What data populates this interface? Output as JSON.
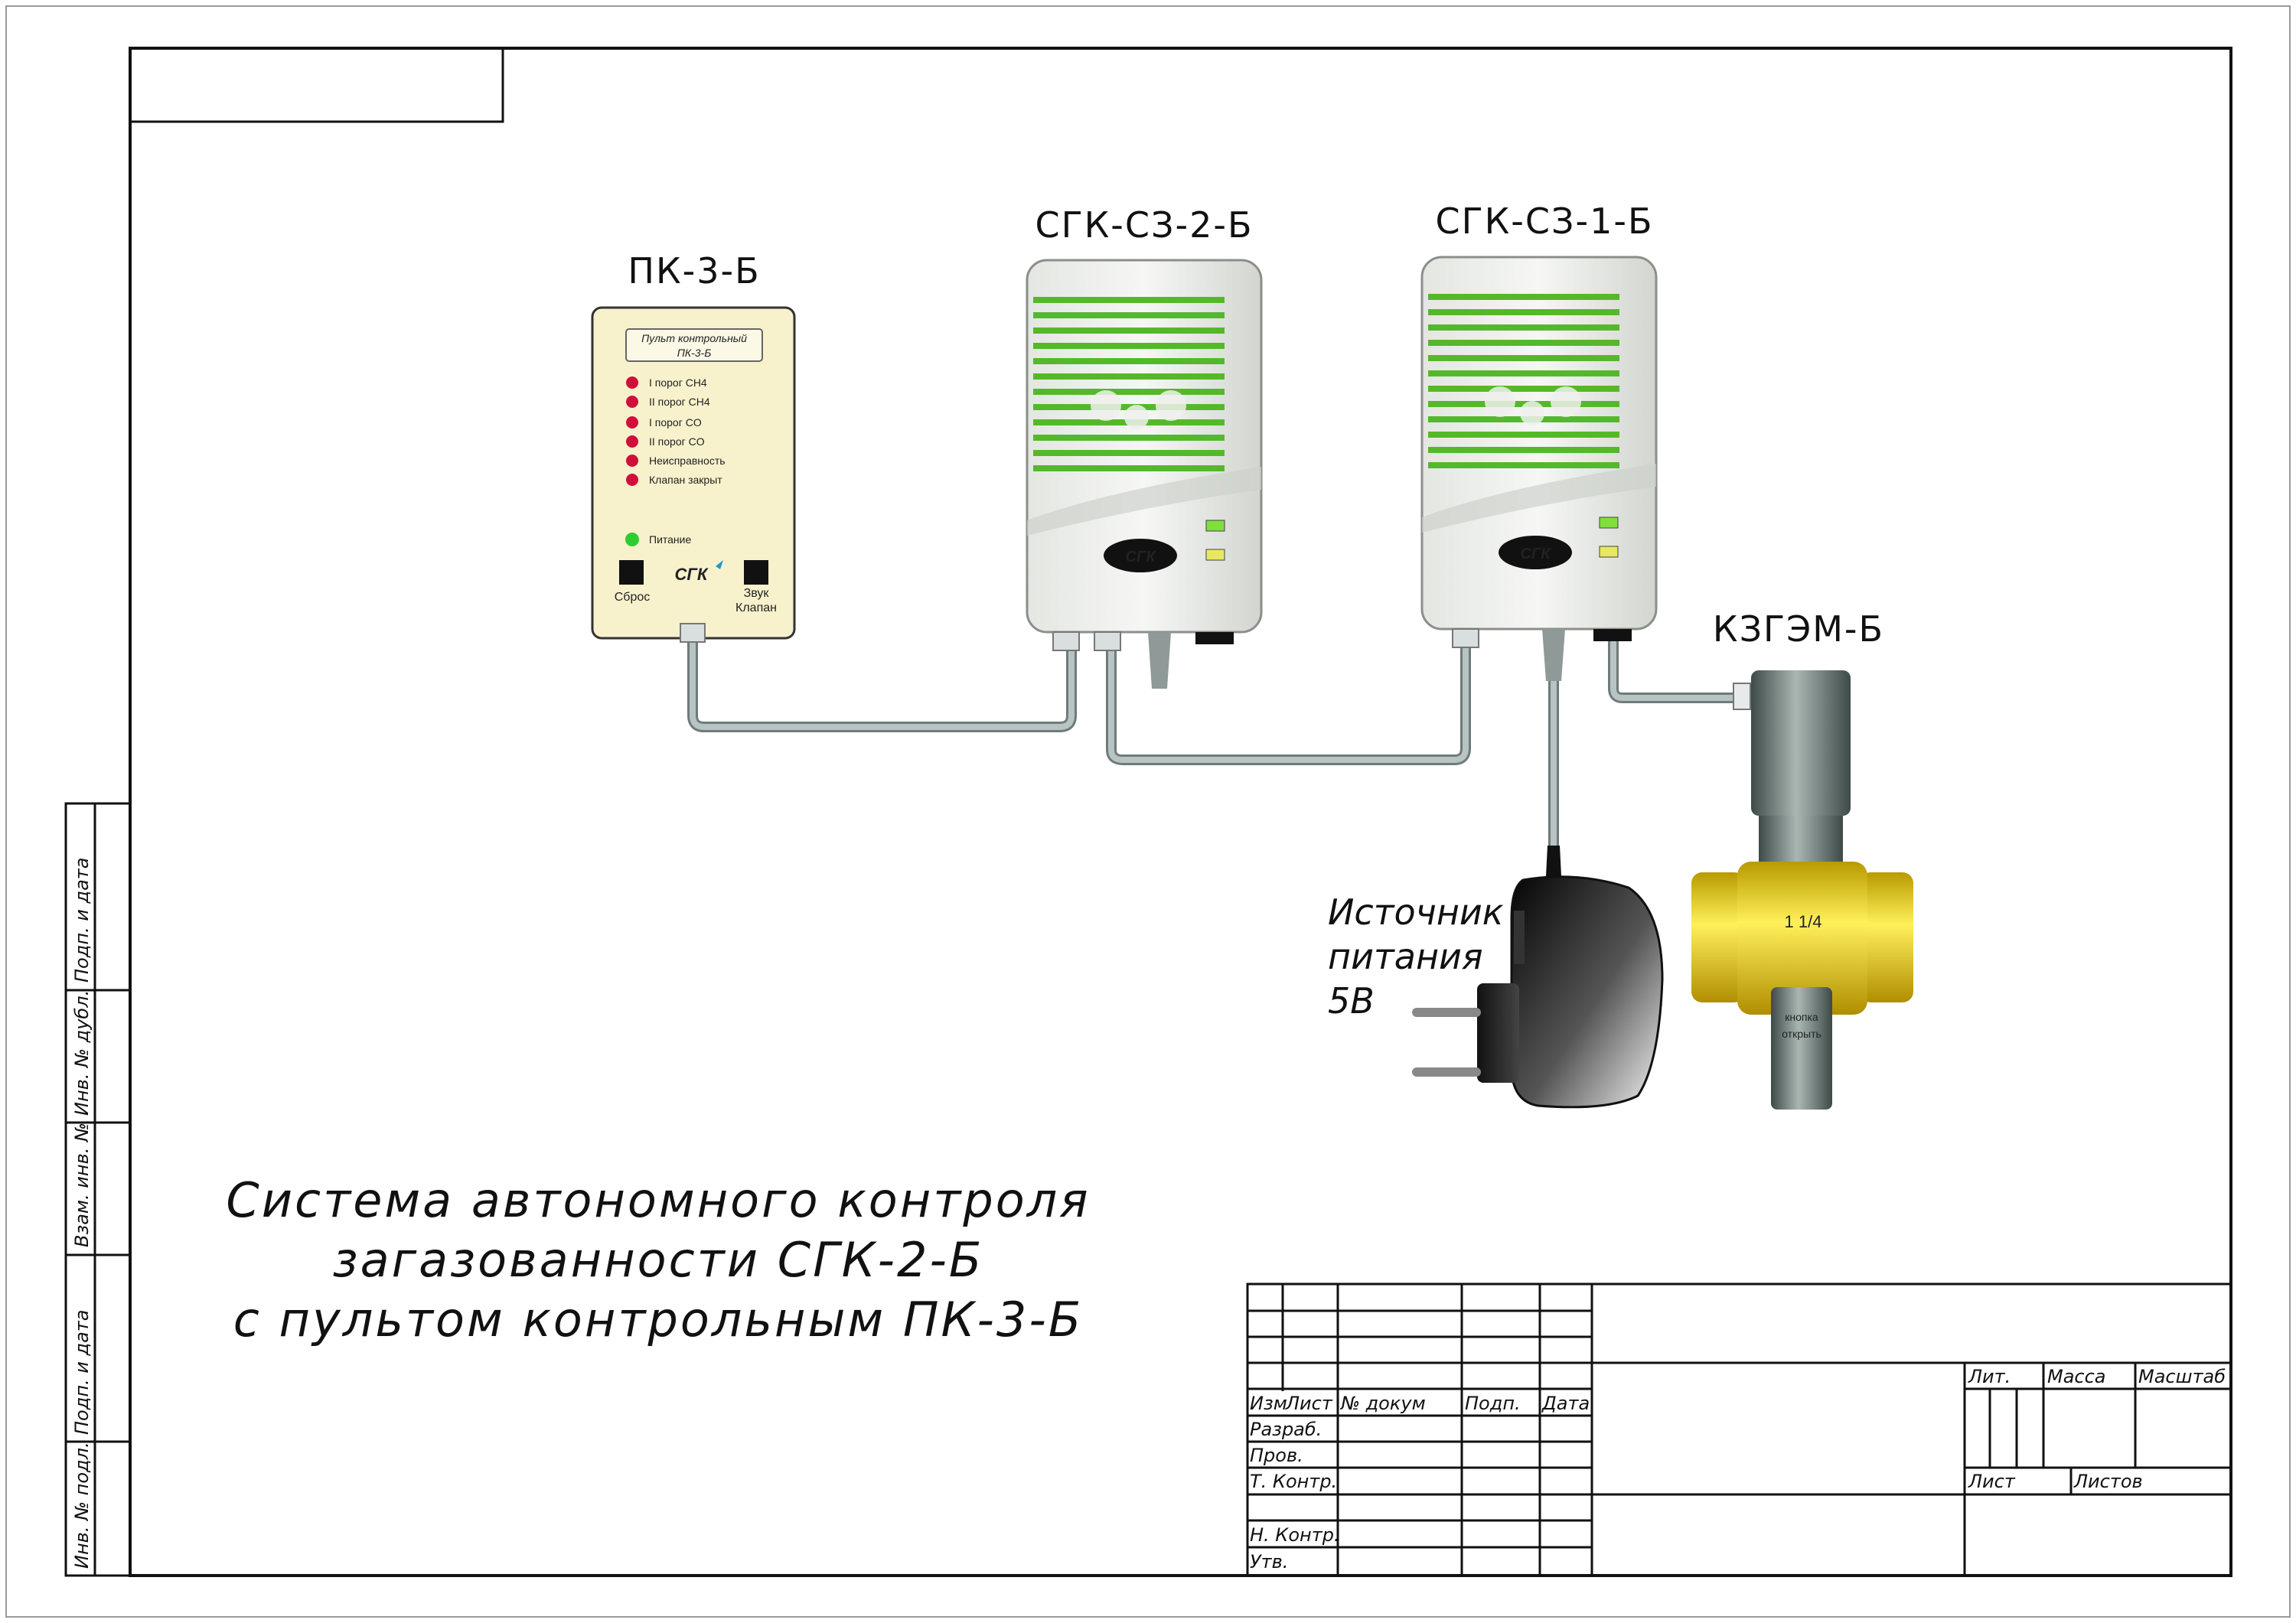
{
  "devices": {
    "panel": {
      "name": "ПК-3-Б",
      "title_line1": "Пульт контрольный",
      "title_line2": "ПК-3-Б",
      "indicators": [
        "I порог CH4",
        "II порог CH4",
        "I порог CO",
        "II порог CO",
        "Неисправность",
        "Клапан закрыт"
      ],
      "power_label": "Питание",
      "button_reset": "Сброс",
      "logo": "СГК",
      "button_sound_1": "Звук",
      "button_sound_2": "Клапан"
    },
    "sensor2": {
      "name": "СГК-СЗ-2-Б",
      "logo": "СГК"
    },
    "sensor1": {
      "name": "СГК-СЗ-1-Б",
      "logo": "СГК"
    },
    "valve": {
      "name": "КЗГЭМ-Б",
      "size": "1 1/4",
      "body_text_1": "кнопка",
      "body_text_2": "открыть"
    },
    "power": {
      "line1": "Источник",
      "line2": "питания",
      "line3": "5В"
    }
  },
  "title": {
    "line1": "Система автономного контроля",
    "line2": "загазованности СГК-2-Б",
    "line3": "с пультом контрольным ПК-3-Б"
  },
  "side_stamp": [
    "Инв. № подл.",
    "Подп. и дата",
    "Взам. инв. №",
    "Инв. № дубл.",
    "Подп. и дата"
  ],
  "title_block": {
    "col_izm": "Изм",
    "col_list": "Лист",
    "col_docum": "№ докум",
    "col_podp": "Подп.",
    "col_data": "Дата",
    "row_razrab": "Разраб.",
    "row_prov": "Пров.",
    "row_tkontr": "Т. Контр.",
    "row_nkontr": "Н. Контр.",
    "row_utv": "Утв.",
    "lit": "Лит.",
    "massa": "Масса",
    "masshtab": "Масштаб",
    "list": "Лист",
    "listov": "Листов"
  },
  "colors": {
    "panel_bg": "#f7f2cc",
    "device_green": "#55b82a",
    "led_red": "#d0103a",
    "led_green": "#2fcc2f",
    "cable": "#a8b4b4",
    "valve_yellow": "#f2d010",
    "valve_body": "#6e7f7c"
  },
  "icons": [
    "sgk-logo-icon",
    "power-adapter-icon",
    "gas-valve-icon",
    "gas-sensor-icon"
  ]
}
